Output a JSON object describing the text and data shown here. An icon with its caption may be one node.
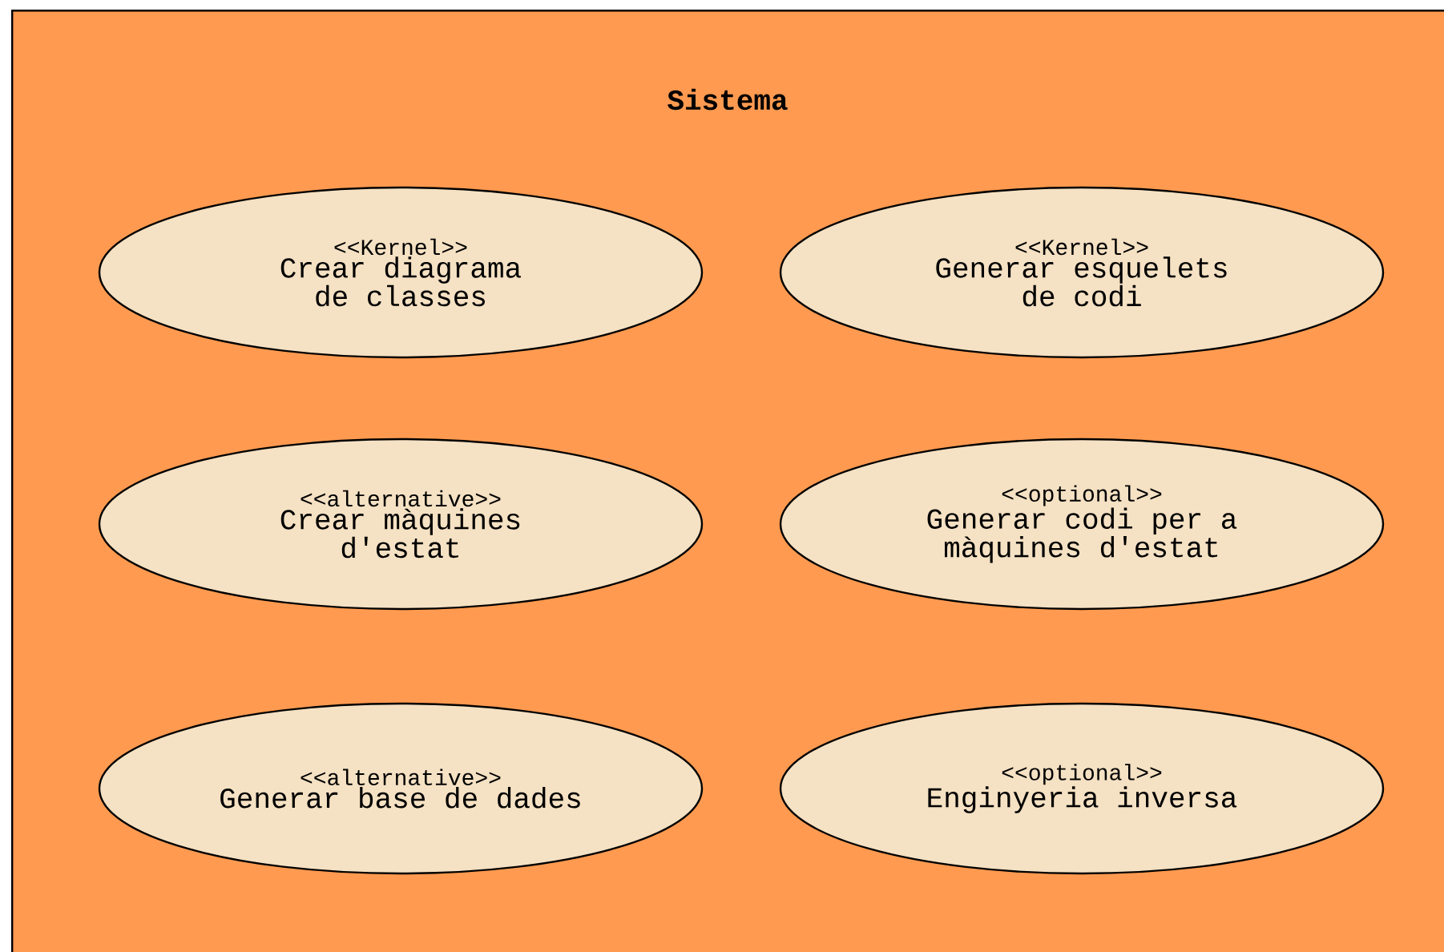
{
  "diagram": {
    "nodes": [
      {
        "text": [
          "Sistema"
        ]
      },
      {
        "text": [
          "<<Kernel>>",
          "Crear diagrama de classes"
        ],
        "in": 0
      },
      {
        "text": [
          "<<Kernel>>",
          "Generar esquelets de codi"
        ],
        "in": 0
      },
      {
        "text": [
          "<<alternative>>",
          "Crear màquines d'estat"
        ],
        "in": 0
      },
      {
        "text": [
          "<<optional>>",
          "Generar codi per a màquines d'estat"
        ],
        "in": 0
      },
      {
        "text": [
          "<<alternative>>",
          "Generar base de dades"
        ],
        "in": 0
      },
      {
        "text": [
          "<<optional>>",
          "Enginyeria inversa"
        ],
        "in": 0
      }
    ]
  }
}
